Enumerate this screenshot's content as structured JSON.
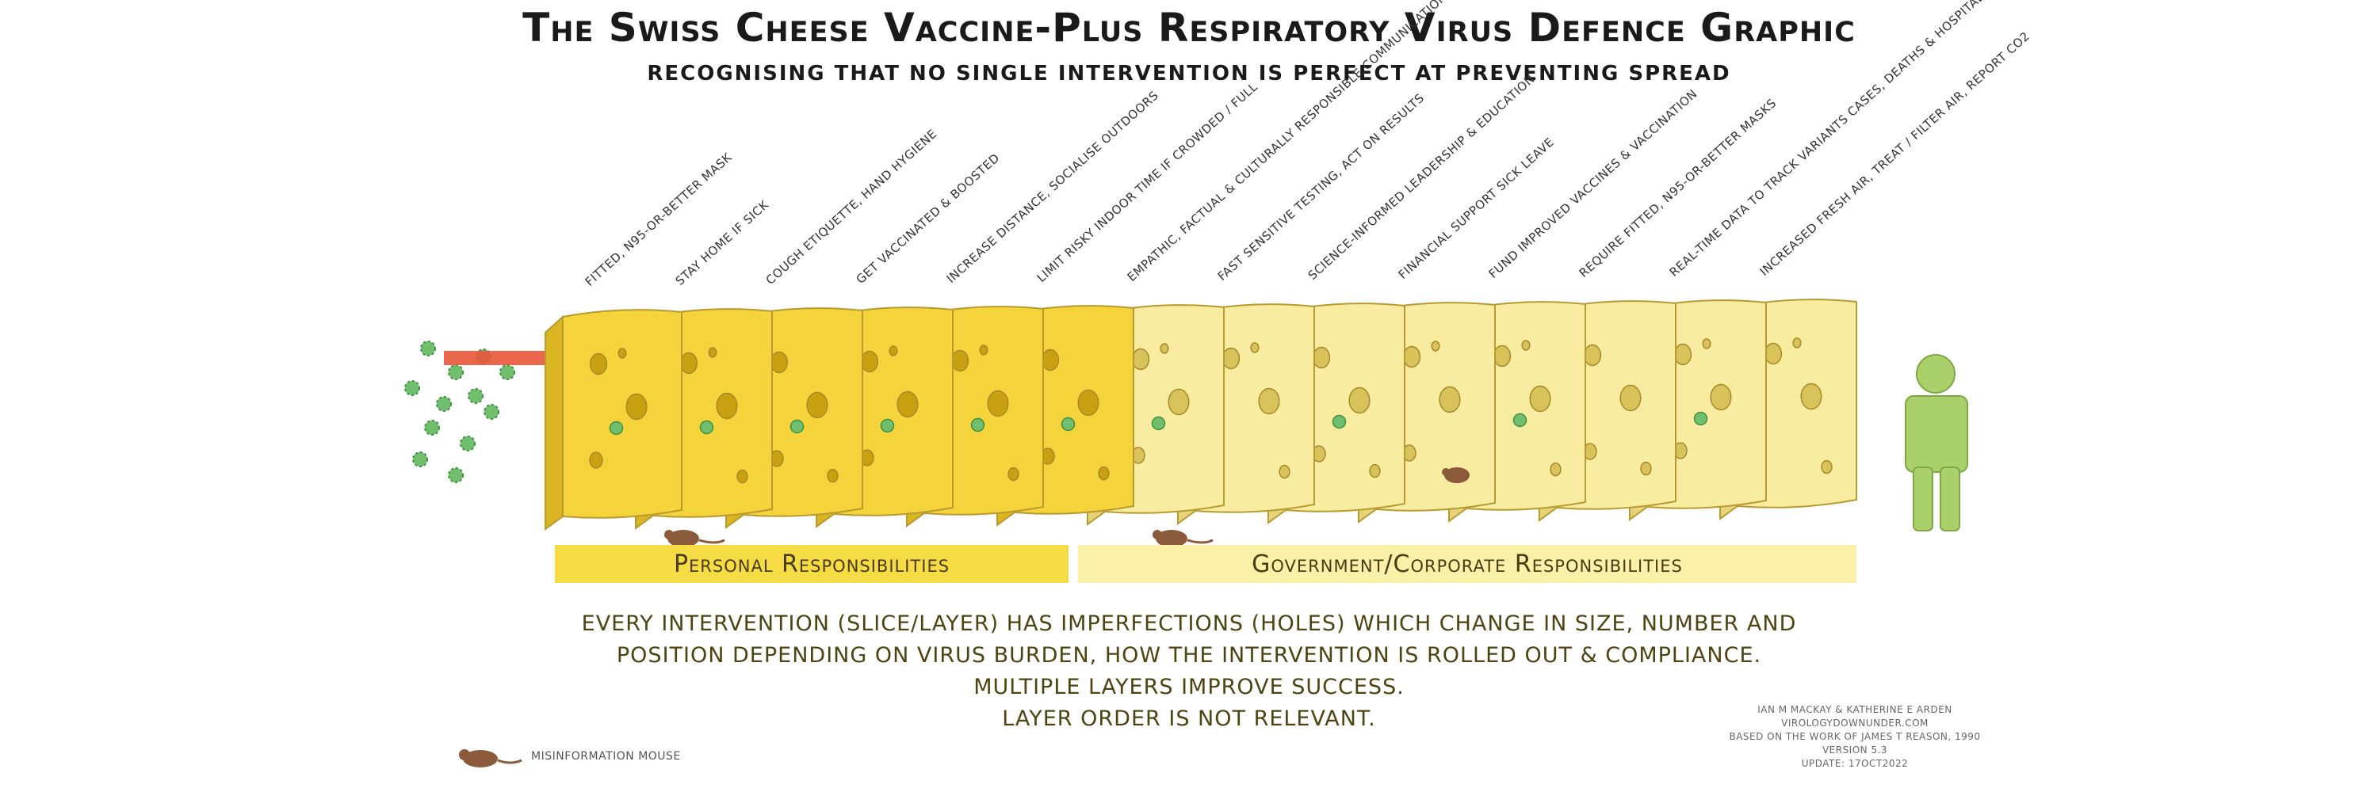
{
  "title": "The Swiss Cheese Vaccine-Plus Respiratory Virus Defence Graphic",
  "subtitle": "Recognising that no single intervention is perfect at preventing spread",
  "layers": [
    {
      "label": "Fitted, N95-or-better mask",
      "group": "personal"
    },
    {
      "label": "Stay home if sick",
      "group": "personal"
    },
    {
      "label": "Cough etiquette, hand hygiene",
      "group": "personal"
    },
    {
      "label": "Get vaccinated & boosted",
      "group": "personal"
    },
    {
      "label": "Increase distance, socialise outdoors",
      "group": "personal"
    },
    {
      "label": "Limit risky indoor time if crowded / full",
      "group": "personal"
    },
    {
      "label": "Empathic, factual & culturally responsible communication",
      "group": "government"
    },
    {
      "label": "Fast sensitive testing, act on results",
      "group": "government"
    },
    {
      "label": "Science-informed leadership & education",
      "group": "government"
    },
    {
      "label": "Financial support sick leave",
      "group": "government"
    },
    {
      "label": "Fund improved vaccines & vaccination",
      "group": "government"
    },
    {
      "label": "Require fitted, N95-or-better masks",
      "group": "government"
    },
    {
      "label": "Real-time data to track variants cases, deaths & hospitalisations",
      "group": "government"
    },
    {
      "label": "Increased fresh air, treat / filter air, report CO2",
      "group": "government"
    }
  ],
  "bands": {
    "personal": "Personal Responsibilities",
    "government": "Government/Corporate Responsibilities"
  },
  "caption": [
    "Every intervention (slice/layer) has imperfections (holes) which change in size, number and",
    "position depending on virus burden, how the intervention is rolled out & compliance.",
    "Multiple layers improve success.",
    "Layer order is not relevant."
  ],
  "legend": {
    "mouse_label": "Misinformation mouse"
  },
  "credits": [
    "Ian M Mackay & Katherine E Arden",
    "virologydownunder.com",
    "Based on the work of James T Reason, 1990",
    "version 5.3",
    "update: 17Oct2022"
  ],
  "colors": {
    "cheese_personal": "#f4d43a",
    "cheese_gov": "#f8eca0",
    "virus": "#6fbf6f",
    "arrow": "#e8553a",
    "person": "#a9d06a",
    "mouse": "#8a5a3a"
  }
}
